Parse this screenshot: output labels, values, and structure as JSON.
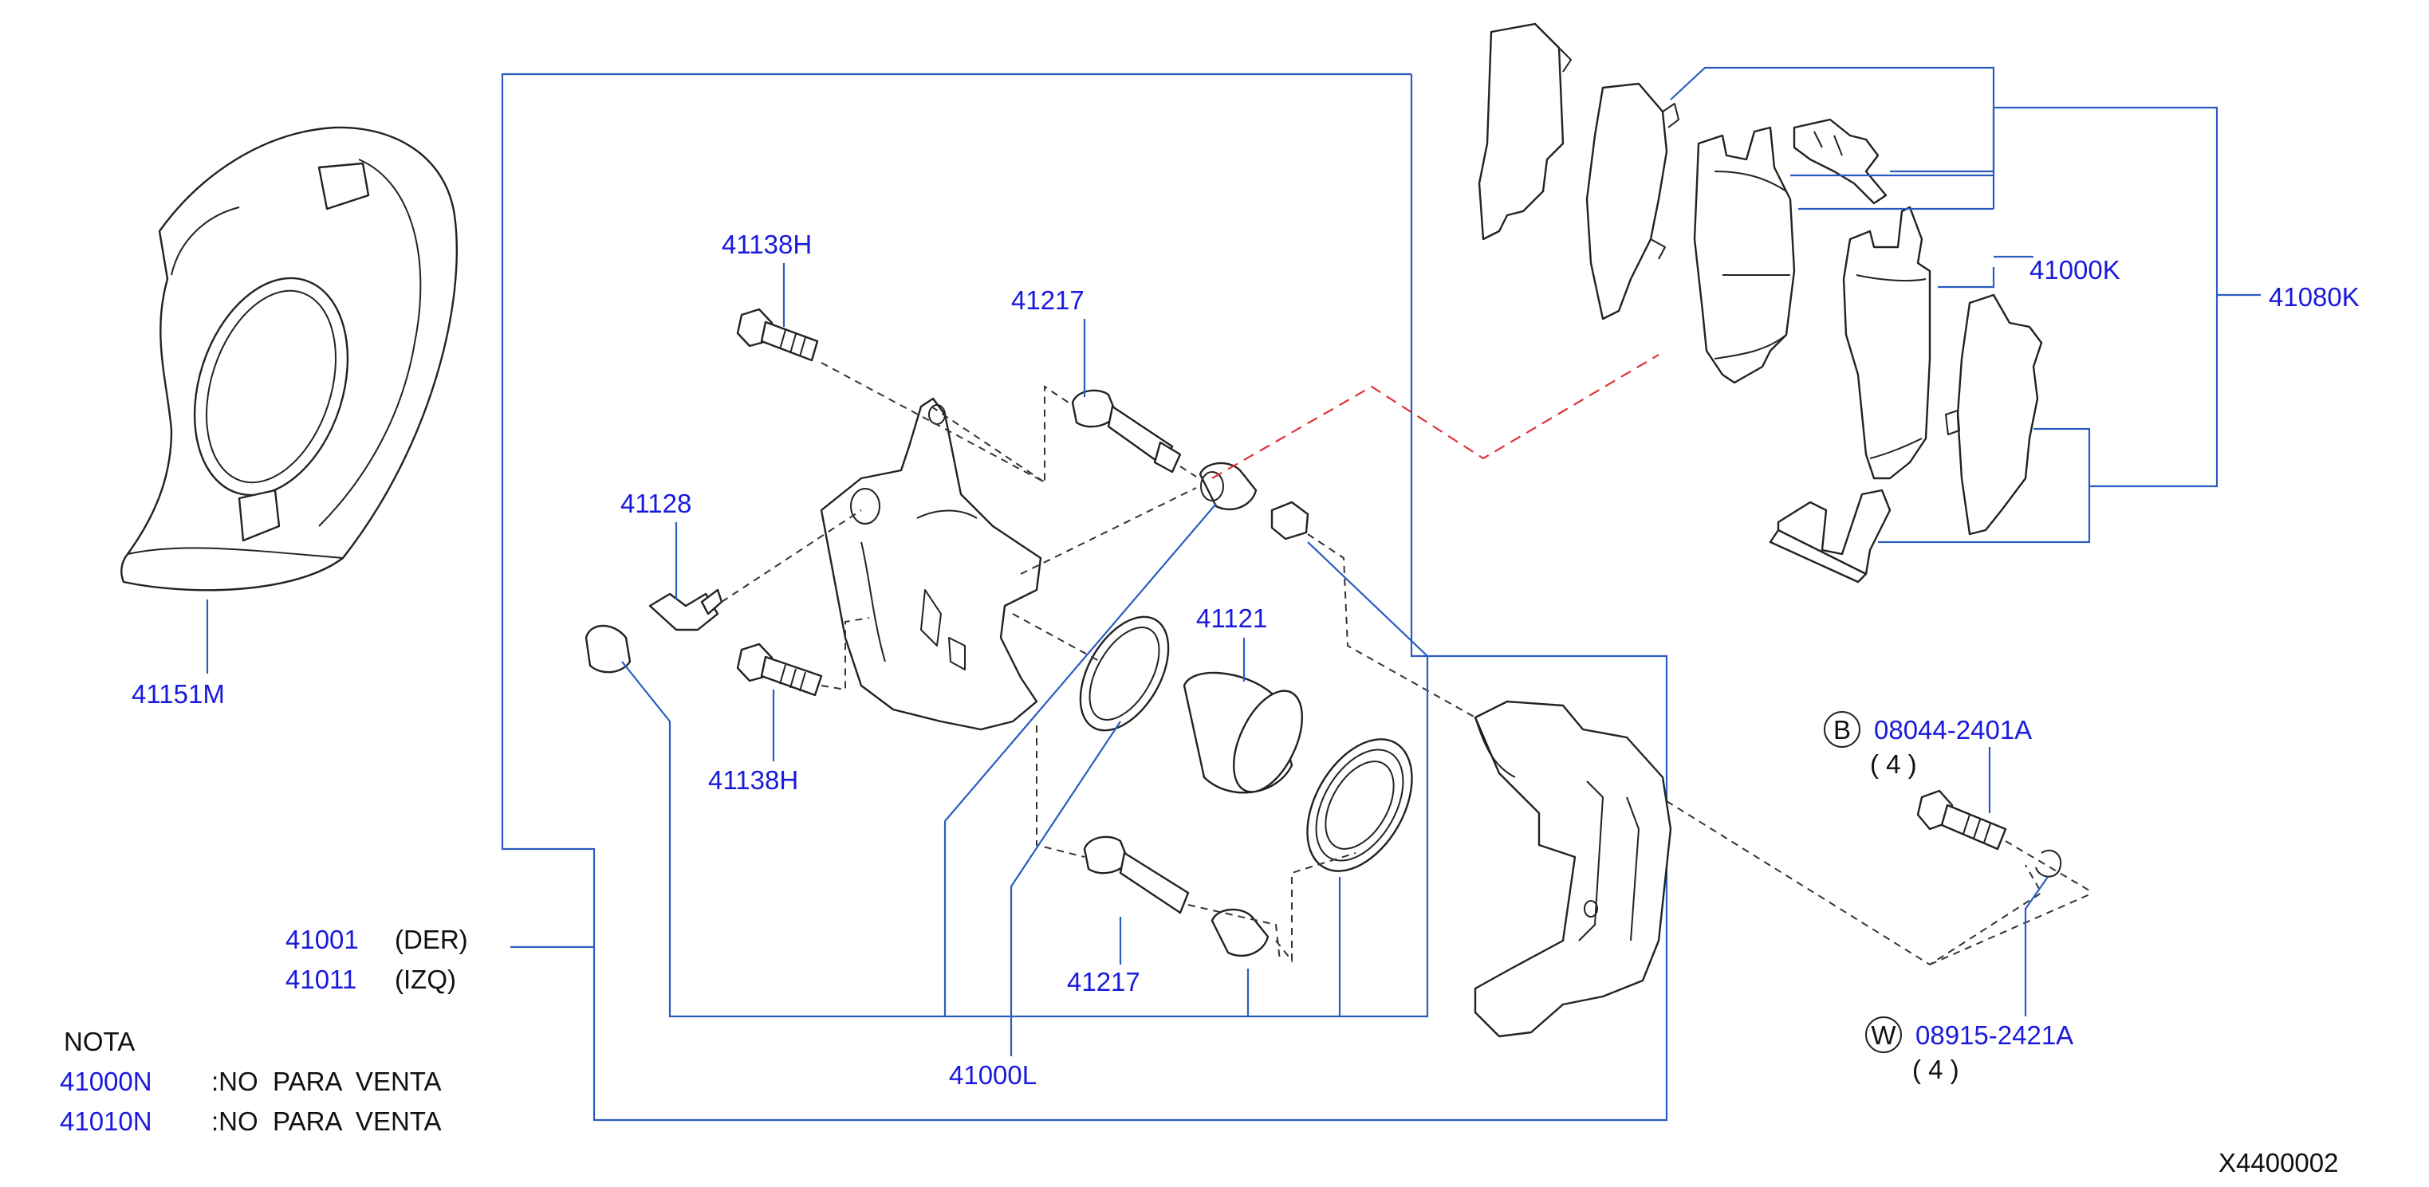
{
  "labels": {
    "p41151M": "41151M",
    "p41138H_top": "41138H",
    "p41217_top": "41217",
    "p41128": "41128",
    "p41138H_bot": "41138H",
    "p41121": "41121",
    "p41217_bot": "41217",
    "p41000L": "41000L",
    "p41000K": "41000K",
    "p41080K": "41080K",
    "p41001": "41001",
    "p41001_side": "(DER)",
    "p41011": "41011",
    "p41011_side": "(IZQ)",
    "bolt_circle": "B",
    "bolt_part": "08044-2401A",
    "bolt_qty": "( 4 )",
    "washer_circle": "W",
    "washer_part": "08915-2421A",
    "washer_qty": "( 4 )"
  },
  "note": {
    "title": "NOTA",
    "rows": [
      {
        "part": "41000N",
        "text": ":NO  PARA  VENTA"
      },
      {
        "part": "41010N",
        "text": ":NO  PARA  VENTA"
      }
    ]
  },
  "diagram_code": "X4400002",
  "colors": {
    "part_number": "#1a1adc",
    "leader": "#2a5cc0",
    "hidden_link": "#e0303a",
    "line_art": "#222222"
  }
}
